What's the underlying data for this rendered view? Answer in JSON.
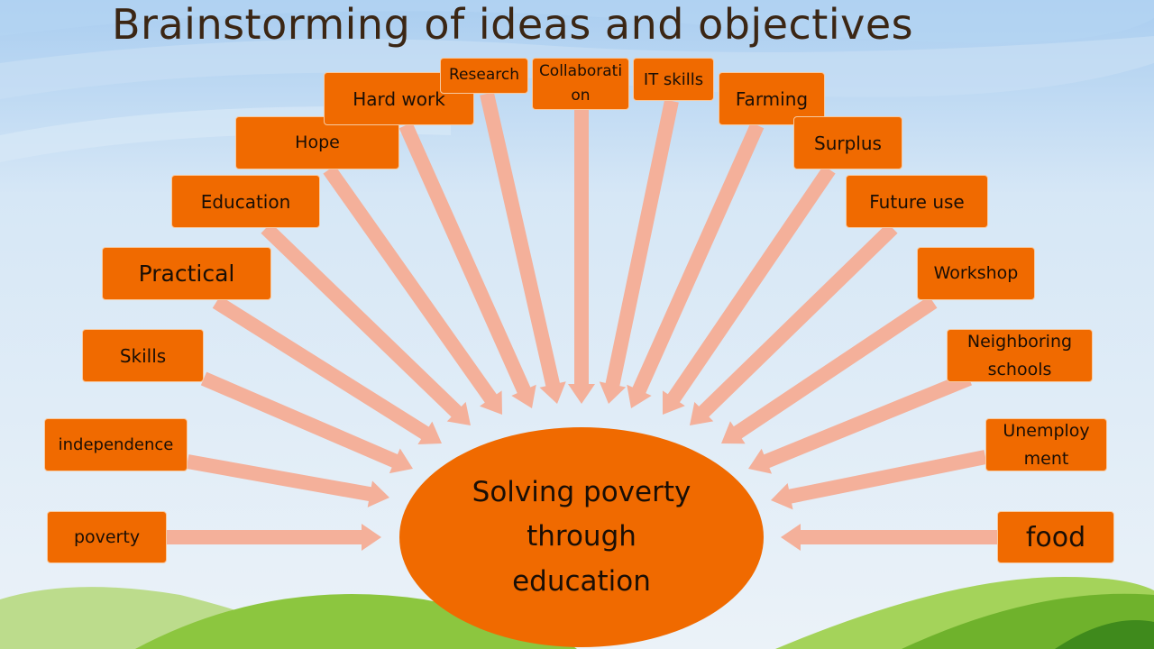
{
  "title": "Brainstorming of ideas and objectives",
  "center": "Solving poverty through education",
  "colors": {
    "box": "#f06a00",
    "arrow": "#f4b09a",
    "title": "#3b2614"
  },
  "ideas": [
    "poverty",
    "independence",
    "Skills",
    "Practical",
    "Education",
    "Hope",
    "Hard work",
    "Research",
    "Collaboration",
    "IT skills",
    "Farming",
    "Surplus",
    "Future use",
    "Workshop",
    "Neighboring schools",
    "Unemployment",
    "food"
  ]
}
